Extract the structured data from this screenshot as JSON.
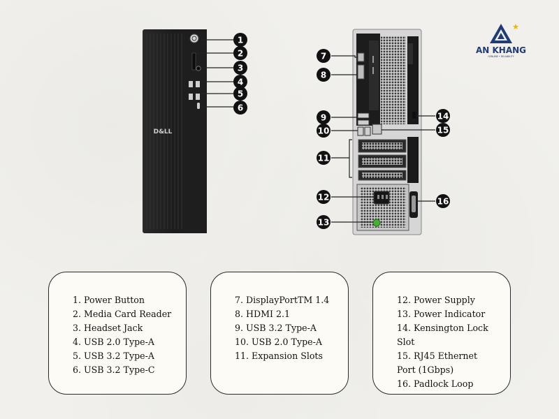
{
  "logo": {
    "name": "AN KHANG",
    "tagline": "GENUINE • RELIABILITY",
    "accent": "#f5b800",
    "primary": "#1f3b78"
  },
  "brand": {
    "front_logo": "D&LL"
  },
  "callouts": [
    "1",
    "2",
    "3",
    "4",
    "5",
    "6",
    "7",
    "8",
    "9",
    "10",
    "11",
    "12",
    "13",
    "14",
    "15",
    "16"
  ],
  "legend": [
    {
      "items": [
        "1. Power Button",
        "2. Media Card Reader",
        "3. Headset Jack",
        "4. USB 2.0 Type-A",
        "5. USB 3.2 Type-A",
        "6. USB 3.2 Type-C"
      ]
    },
    {
      "items": [
        "7. DisplayPortTM 1.4",
        "8. HDMI 2.1",
        "9. USB 3.2 Type-A",
        "10. USB 2.0 Type-A",
        "11. Expansion Slots"
      ]
    },
    {
      "items": [
        "12. Power Supply",
        "13. Power Indicator",
        "14. Kensington Lock Slot",
        "15. RJ45 Ethernet Port (1Gbps)",
        "16. Padlock Loop"
      ]
    }
  ],
  "colors": {
    "chassis": "#1a1a1a",
    "callout_fill": "#111111",
    "box_fill": "#fcfbf5",
    "power_led": "#46b035"
  },
  "icons": {
    "logo": "triangle-star-icon"
  }
}
